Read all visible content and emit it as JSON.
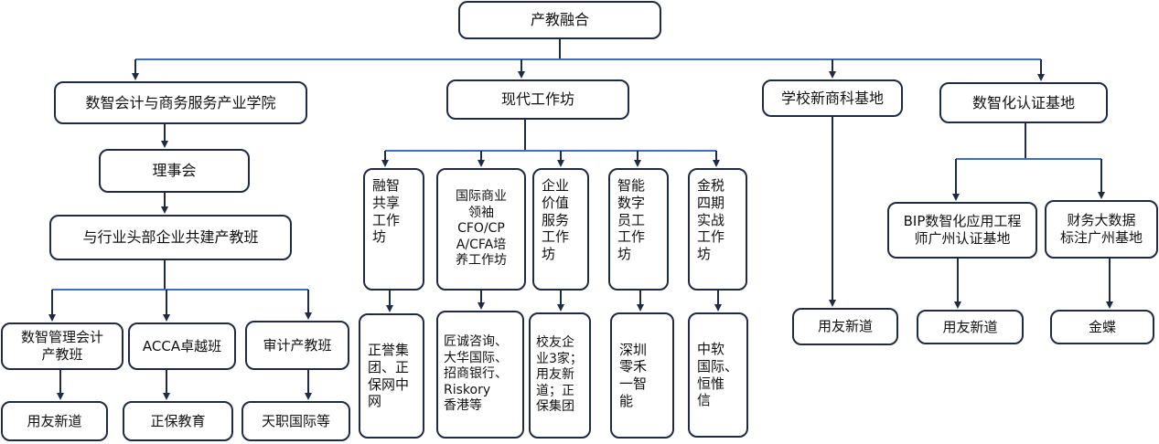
{
  "root": "产教融合",
  "branches": {
    "college": "数智会计与商务服务产业学院",
    "council": "理事会",
    "coclass": "与行业头部企业共建产教班",
    "classes": [
      {
        "name": "数智管理会计\n产教班",
        "partner": "用友新道"
      },
      {
        "name": "ACCA卓越班",
        "partner": "正保教育"
      },
      {
        "name": "审计产教班",
        "partner": "天职国际等"
      }
    ],
    "workshop": "现代工作坊",
    "workshops": [
      {
        "name": "融智\n共享\n工作\n坊",
        "partner": "正誉集\n团、正\n保网中\n网"
      },
      {
        "name": "国际商业\n领袖\nCFO/CP\nA/CFA培\n养工作坊",
        "partner": "匠诚咨询、\n大华国际、\n招商银行、\nRiskory\n香港等"
      },
      {
        "name": "企业\n价值\n服务\n工作\n坊",
        "partner": "校友企\n业3家；\n用友新\n道；正\n保集团"
      },
      {
        "name": "智能\n数字\n员工\n工作\n坊",
        "partner": "深圳\n零禾\n一智\n能"
      },
      {
        "name": "金税\n四期\n实战\n工作\n坊",
        "partner": "中软\n国际、\n恒惟\n信"
      }
    ],
    "base": "学校新商科基地",
    "base_partner": "用友新道",
    "cert": "数智化认证基地",
    "certs": [
      {
        "name": "BIP数智化应用工程\n师广州认证基地",
        "partner": "用友新道"
      },
      {
        "name": "财务大数据\n标注广州基地",
        "partner": "金蝶"
      }
    ]
  }
}
